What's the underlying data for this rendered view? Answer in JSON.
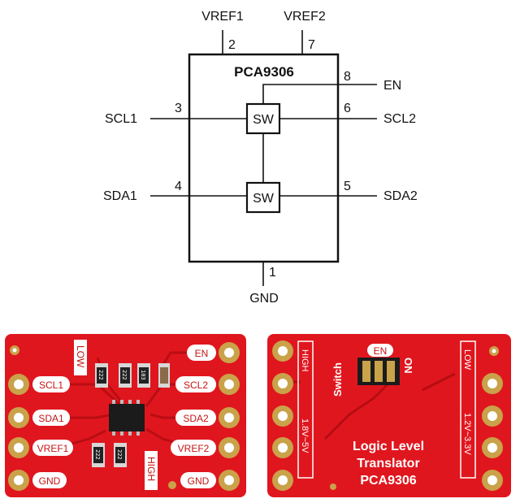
{
  "schematic": {
    "chip_name": "PCA9306",
    "switch_label": "SW",
    "pins": {
      "vref1": {
        "name": "VREF1",
        "number": "2"
      },
      "vref2": {
        "name": "VREF2",
        "number": "7"
      },
      "en": {
        "name": "EN",
        "number": "8"
      },
      "scl1": {
        "name": "SCL1",
        "number": "3"
      },
      "scl2": {
        "name": "SCL2",
        "number": "6"
      },
      "sda1": {
        "name": "SDA1",
        "number": "4"
      },
      "sda2": {
        "name": "SDA2",
        "number": "5"
      },
      "gnd": {
        "name": "GND",
        "number": "1"
      }
    }
  },
  "board_front": {
    "left_labels": [
      "SCL1",
      "SDA1",
      "VREF1",
      "GND"
    ],
    "right_labels": [
      "EN",
      "SCL2",
      "SDA2",
      "VREF2",
      "GND"
    ],
    "low": "LOW",
    "high": "HIGH",
    "resistors": [
      "222",
      "222",
      "103",
      "222",
      "222"
    ]
  },
  "board_back": {
    "en": "EN",
    "switch": "Switch",
    "on": "ON",
    "high": "HIGH",
    "low": "LOW",
    "v_high": "1.8V~5V",
    "v_low": "1.2V~3.3V",
    "title_lines": [
      "Logic Level",
      "Translator",
      "PCA9306"
    ]
  },
  "colors": {
    "pcb_red": "#e0161e",
    "pad_gold": "#c9a24a",
    "silk": "#ffffff"
  }
}
